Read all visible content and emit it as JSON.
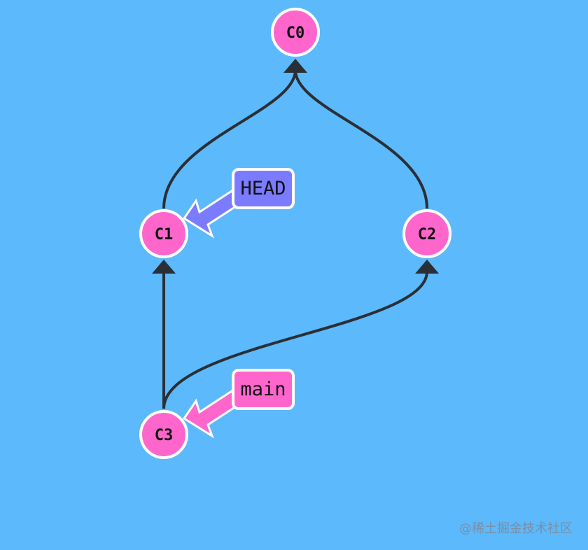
{
  "colors": {
    "background": "#5cb9fb",
    "commit_fill": "#ff66cc",
    "commit_stroke": "#ffffff",
    "edge": "#2a2f36",
    "head_fill": "#7b7bff",
    "branch_fill": "#ff66cc"
  },
  "commits": [
    {
      "id": "C0",
      "label": "C0"
    },
    {
      "id": "C1",
      "label": "C1"
    },
    {
      "id": "C2",
      "label": "C2"
    },
    {
      "id": "C3",
      "label": "C3"
    }
  ],
  "edges": [
    {
      "from": "C1",
      "to": "C0"
    },
    {
      "from": "C2",
      "to": "C0"
    },
    {
      "from": "C3",
      "to": "C1"
    },
    {
      "from": "C3",
      "to": "C2"
    }
  ],
  "refs": {
    "head": {
      "label": "HEAD",
      "target": "C1"
    },
    "main": {
      "label": "main",
      "target": "C3"
    }
  },
  "watermark": "@稀土掘金技术社区"
}
